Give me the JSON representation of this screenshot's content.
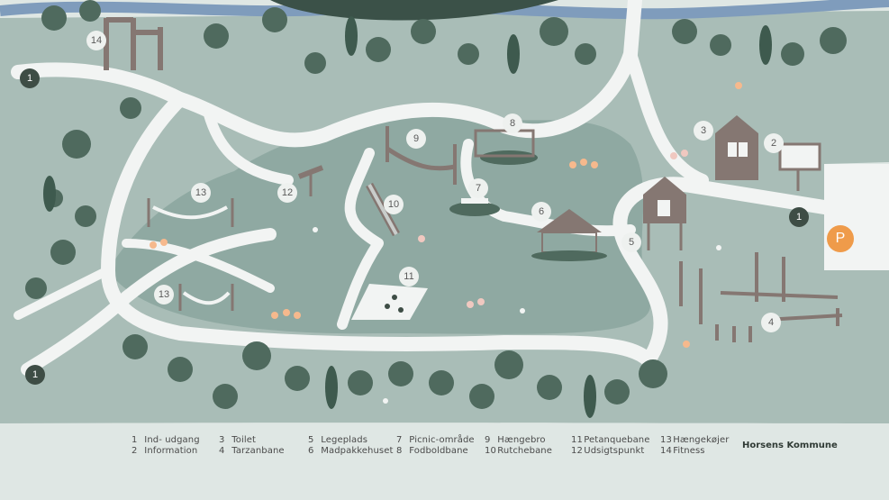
{
  "legend": {
    "col1": [
      {
        "num": "1",
        "label": "Ind- udgang"
      },
      {
        "num": "2",
        "label": "Information"
      }
    ],
    "col2": [
      {
        "num": "3",
        "label": "Toilet"
      },
      {
        "num": "4",
        "label": "Tarzanbane"
      }
    ],
    "col3": [
      {
        "num": "5",
        "label": "Legeplads"
      },
      {
        "num": "6",
        "label": "Madpakkehuset"
      }
    ],
    "col4": [
      {
        "num": "7",
        "label": "Picnic-område"
      },
      {
        "num": "8",
        "label": "Fodboldbane"
      }
    ],
    "col5": [
      {
        "num": "9",
        "label": "Hængebro"
      },
      {
        "num": "10",
        "label": "Rutchebane"
      }
    ],
    "col6": [
      {
        "num": "11",
        "label": "Petanquebane"
      },
      {
        "num": "12",
        "label": "Udsigtspunkt"
      }
    ],
    "col7": [
      {
        "num": "13",
        "label": "Hængekøjer"
      },
      {
        "num": "14",
        "label": "Fitness"
      }
    ]
  },
  "brand": "Horsens Kommune",
  "markers": {
    "entrance": "1",
    "information": "2",
    "toilet": "3",
    "tarzan": "4",
    "playground": "5",
    "lunch_house": "6",
    "picnic": "7",
    "football": "8",
    "bridge": "9",
    "slide": "10",
    "petanque": "11",
    "viewpoint": "12",
    "hammocks": "13",
    "fitness": "14",
    "parking": "P"
  },
  "colors": {
    "grass": "#a9bdb7",
    "path": "#f2f4f3",
    "water": "#7f9cbc",
    "tree": "#4f6a5e",
    "trunk": "#857772",
    "marker_dark": "#3e4d45",
    "parking": "#ef9b4a"
  }
}
